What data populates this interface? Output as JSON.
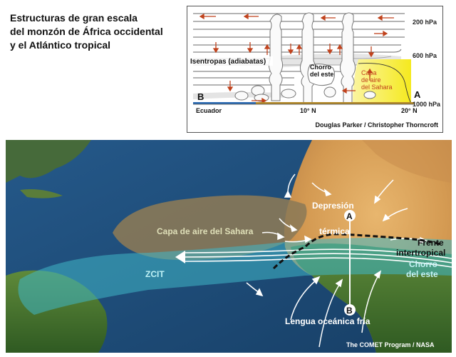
{
  "title": {
    "line1": "Estructuras de gran escala",
    "line2": "del monzón de África occidental",
    "line3": "y el Atlántico tropical"
  },
  "cross_section": {
    "pressure_levels": [
      "200 hPa",
      "600 hPa",
      "1000 hPa"
    ],
    "isentropes_label": "Isentropas (adiabatas)",
    "jet_label_line1": "Chorro",
    "jet_label_line2": "del este",
    "sal_label_line1": "Capa",
    "sal_label_line2": "de aire",
    "sal_label_line3": "del Sahara",
    "point_a": "A",
    "point_b": "B",
    "x_labels": [
      "Ecuador",
      "10° N",
      "20° N"
    ],
    "credit": "Douglas Parker / Christopher Thorncroft"
  },
  "map": {
    "sal_label": "Capa de aire del Sahara",
    "itcz_label": "ZCIT",
    "depression_line1": "Depresión",
    "depression_line2": "térmica",
    "front_line1": "Frente",
    "front_line2": "intertropical",
    "jet_line1": "Chorro",
    "jet_line2": "del este",
    "cold_tongue_label": "Lengua oceánica fría",
    "point_a": "A",
    "point_b": "B",
    "credit": "The COMET Program / NASA"
  },
  "colors": {
    "ocean": "#1f4e7c",
    "sal_plume": "#8c7a56",
    "itcz": "#3fb6c6",
    "sahara": "#d9a35d",
    "arrows": "#c0421c",
    "sal_box": "#f7ec2a"
  }
}
